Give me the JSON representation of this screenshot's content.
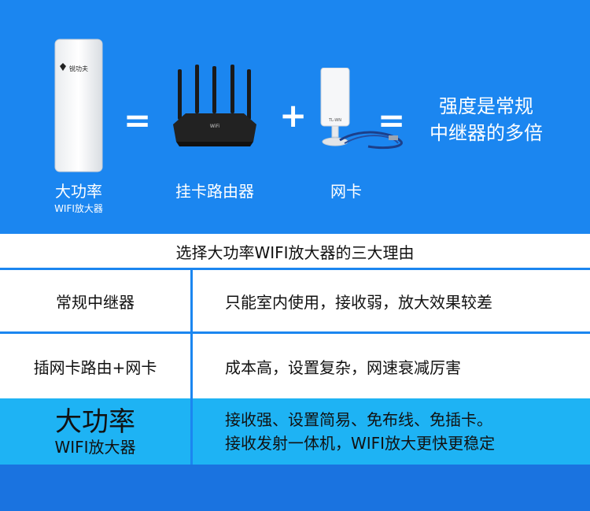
{
  "devices": {
    "amplifier_logo": "锐功夫",
    "amplifier_label": "大功率",
    "amplifier_sublabel": "WIFI放大器",
    "router_label": "挂卡路由器",
    "card_label": "网卡",
    "router_brand": "WiFi",
    "card_brand": "TL-WN"
  },
  "symbols": {
    "eq1": "=",
    "plus": "+",
    "eq2": "="
  },
  "result": {
    "line1": "强度是常规",
    "line2": "中继器的多倍"
  },
  "section_title": "选择大功率WIFI放大器的三大理由",
  "rows": [
    {
      "name": "常规中继器",
      "desc": "只能室内使用，接收弱，放大效果较差"
    },
    {
      "name": "插网卡路由+网卡",
      "desc": "成本高，设置复杂，网速衰减厉害"
    },
    {
      "name_main": "大功率",
      "name_sub": "WIFI放大器",
      "desc1": "接收强、设置简易、免布线、免插卡。",
      "desc2": "接收发射一体机，WIFI放大更快更稳定"
    }
  ],
  "colors": {
    "background": "#1b86f0",
    "highlight_row": "#1eb3f4",
    "table_bg": "#ffffff"
  }
}
